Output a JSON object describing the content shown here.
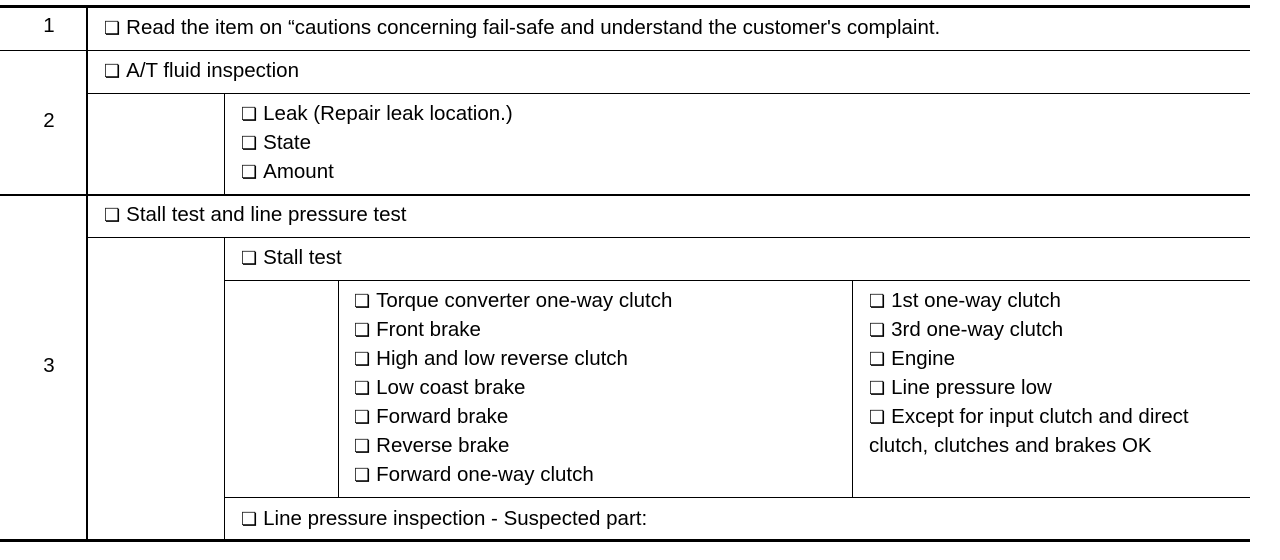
{
  "checkbox_glyph": "❏",
  "rows": {
    "r1": {
      "number": "1",
      "text": "Read the item on “cautions concerning fail-safe and understand the customer's complaint."
    },
    "r2": {
      "number": "2",
      "header": "A/T fluid inspection",
      "items": [
        "Leak (Repair leak location.)",
        "State",
        "Amount"
      ]
    },
    "r3": {
      "number": "3",
      "header": "Stall test and line pressure test",
      "stall_header": "Stall test",
      "stall_left": [
        "Torque converter one-way clutch",
        "Front brake",
        "High and low reverse clutch",
        "Low coast brake",
        "Forward brake",
        "Reverse brake",
        "Forward one-way clutch"
      ],
      "stall_right": [
        "1st one-way clutch",
        "3rd one-way clutch",
        "Engine",
        "Line pressure low"
      ],
      "stall_right_last_line1": "Except for input clutch and direct",
      "stall_right_last_line2": "clutch, clutches and brakes OK",
      "line_pressure": "Line pressure inspection - Suspected part:"
    }
  }
}
